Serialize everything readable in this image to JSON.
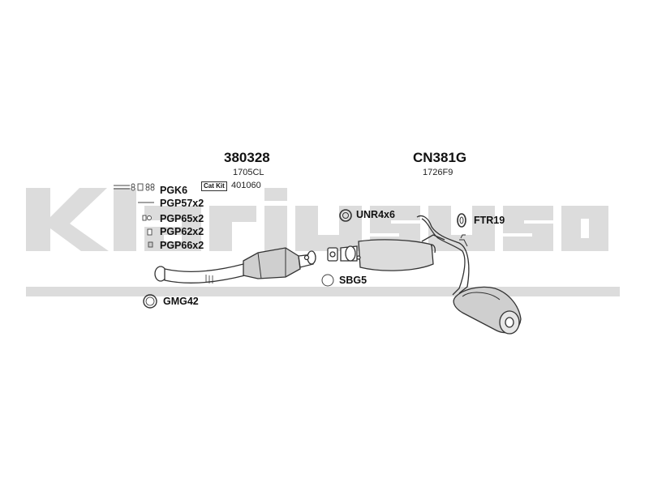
{
  "watermark": {
    "text": "Klarius",
    "color": "#d9d9d9"
  },
  "groups": [
    {
      "code": "380328",
      "ref": "1705CL"
    },
    {
      "code": "CN381G",
      "ref": "1726F9"
    }
  ],
  "cat_kit": {
    "badge": "Cat Kit",
    "code": "401060"
  },
  "parts": {
    "pgk6": "PGK6",
    "pgp57": "PGP57x2",
    "pgp65": "PGP65x2",
    "pgp62": "PGP62x2",
    "pgp66": "PGP66x2",
    "gmg42": "GMG42",
    "unr4x6": "UNR4x6",
    "sbg5": "SBG5",
    "ftr19": "FTR19"
  },
  "icons": [
    "bolt-kit-icon",
    "spring-bolt-icon",
    "clamp-icon",
    "nut-icon",
    "washer-icon",
    "gasket-ring-icon",
    "rubber-mount-icon",
    "seal-ring-icon",
    "hanger-ring-icon"
  ]
}
